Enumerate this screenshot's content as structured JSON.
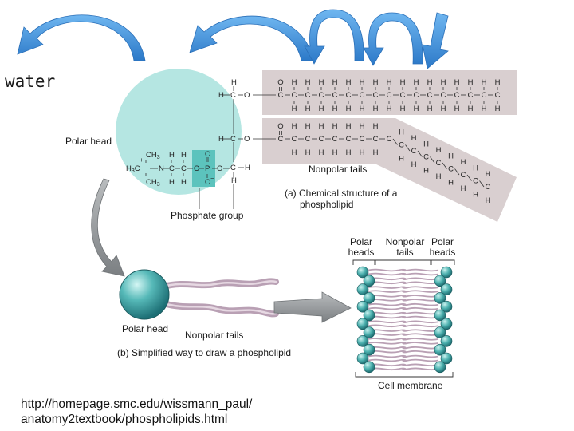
{
  "labels": {
    "water": "water",
    "polar_head_a": "Polar head",
    "phosphate_group": "Phosphate group",
    "nonpolar_tails_a": "Nonpolar tails",
    "caption_a_line1": "(a) Chemical structure of a",
    "caption_a_line2": "phospholipid",
    "polar_head_b": "Polar head",
    "nonpolar_tails_b": "Nonpolar tails",
    "caption_b": "(b) Simplified way to draw a phospholipid",
    "polar_heads_left_1": "Polar",
    "polar_heads_left_2": "heads",
    "nonpolar_tails_mid_1": "Nonpolar",
    "nonpolar_tails_mid_2": "tails",
    "polar_heads_right_1": "Polar",
    "polar_heads_right_2": "heads",
    "cell_membrane": "Cell membrane"
  },
  "chemistry": {
    "h": "H",
    "c": "C",
    "o": "O",
    "p": "P",
    "n": "N",
    "ch3": "CH",
    "sub3": "3",
    "h3c": "H",
    "plus": "+",
    "minus": "−"
  },
  "source": {
    "line1": "http://homepage.smc.edu/wissmann_paul/",
    "line2": "anatomy2textbook/phospholipids.html"
  },
  "colors": {
    "arrow_blue": "#3f8fd8",
    "head_cyan": "#b5e6e2",
    "tail_band": "#d9cfd0",
    "phosphate_box": "#5cc3bd",
    "ball_teal": "#3ea5a6",
    "tail_pink": "#b9a0b4",
    "gray_arrow": "#8f9395"
  }
}
